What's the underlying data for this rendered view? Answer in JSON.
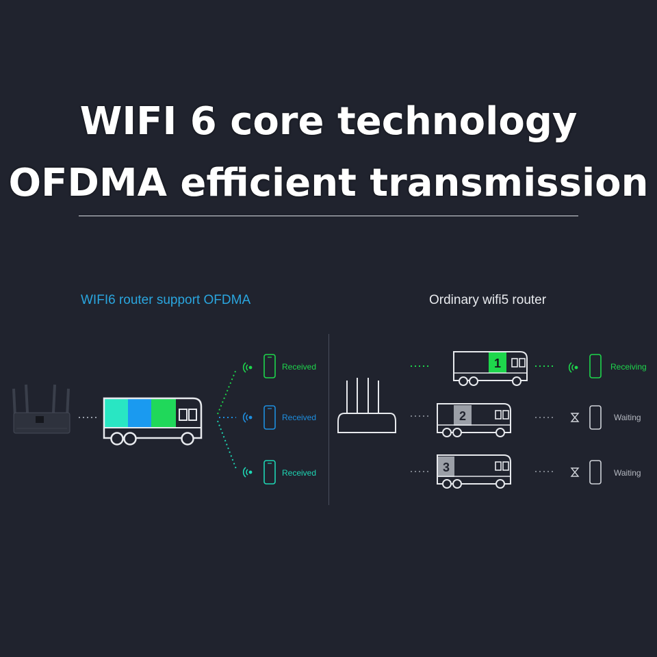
{
  "heading": {
    "line1": "WIFI 6 core technology",
    "line2": "OFDMA efficient transmission"
  },
  "left": {
    "title": "WIFI6 router support OFDMA",
    "devices": [
      {
        "status": "Received",
        "color": "#1ed64c"
      },
      {
        "status": "Received",
        "color": "#1e8fe0"
      },
      {
        "status": "Received",
        "color": "#1ed6b4"
      }
    ],
    "cargo_colors": [
      "#29e6c3",
      "#1a9af0",
      "#20d85a"
    ]
  },
  "right": {
    "title": "Ordinary wifi5 router",
    "trucks": [
      {
        "number": "1",
        "status": "Receiving",
        "state": "active"
      },
      {
        "number": "2",
        "status": "Waiting",
        "state": "waiting"
      },
      {
        "number": "3",
        "status": "Waiting",
        "state": "waiting"
      }
    ]
  },
  "colors": {
    "background": "#20232e",
    "left_accent": "#2aa6df",
    "active_green": "#1ed64c",
    "waiting_gray": "#8a8f99"
  }
}
